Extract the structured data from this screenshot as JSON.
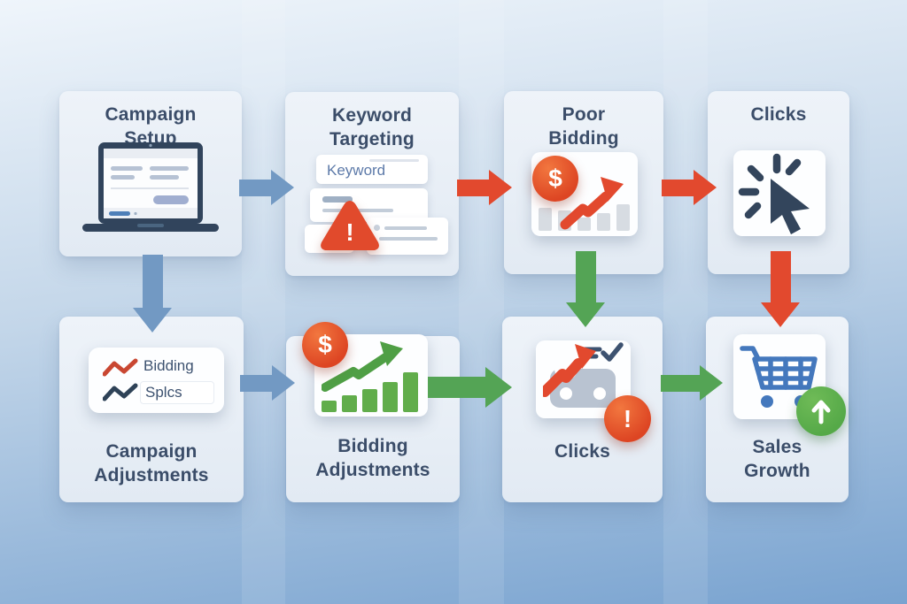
{
  "colors": {
    "background_top": "#eff5fb",
    "background_mid": "#c3d6e9",
    "background_bottom": "#79a3d0",
    "box_fill": "#eef3f9",
    "box_fill_dark": "#e2eaf3",
    "card_fill": "#fdfeff",
    "title_text": "#3b4d69",
    "muted_line": "#c3cdd9",
    "muted_line_bold": "#9fb0c4",
    "blue_arrow": "#7299c3",
    "red_arrow": "#e2492e",
    "green_arrow": "#54a455",
    "navy_icon": "#31445c",
    "gray_bar": "#d7dce2",
    "green_bar": "#61ad4b",
    "green_badge": "#55a948",
    "cart_blue": "#4478bd",
    "keyword_text": "#5d7aa9",
    "label_text": "#3d5270",
    "red_zigzag": "#c94732",
    "navy_zigzag": "#2e4257"
  },
  "nodes": {
    "campaign_setup": {
      "line1": "Campaign",
      "line2": "Setup"
    },
    "keyword_targeting": {
      "line1": "Keyword",
      "line2": "Targeting",
      "input_text": "Keyword",
      "warning_mark": "!"
    },
    "poor_bidding": {
      "line1": "Poor",
      "line2": "Bidding",
      "dollar_sign": "$"
    },
    "clicks_top": {
      "title": "Clicks"
    },
    "campaign_adjustments": {
      "line1": "Campaign",
      "line2": "Adjustments",
      "row1_label": "Bidding",
      "row2_label": "Splcs"
    },
    "bidding_adjustments": {
      "line1": "Bidding",
      "line2": "Adjustments",
      "dollar_sign": "$"
    },
    "clicks_bottom": {
      "title": "Clicks",
      "alert_mark": "!"
    },
    "sales_growth": {
      "line1": "Sales",
      "line2": "Growth"
    }
  },
  "flow": [
    {
      "from": "campaign-setup",
      "to": "keyword-targeting",
      "color": "blue"
    },
    {
      "from": "keyword-targeting",
      "to": "poor-bidding",
      "color": "red"
    },
    {
      "from": "poor-bidding",
      "to": "clicks-top",
      "color": "red"
    },
    {
      "from": "campaign-setup",
      "to": "campaign-adjustments",
      "color": "blue"
    },
    {
      "from": "poor-bidding",
      "to": "clicks-bottom",
      "color": "green"
    },
    {
      "from": "clicks-top",
      "to": "sales-growth",
      "color": "red"
    },
    {
      "from": "campaign-adjustments",
      "to": "bidding-adjustments",
      "color": "blue"
    },
    {
      "from": "bidding-adjustments",
      "to": "clicks-bottom",
      "color": "green"
    },
    {
      "from": "clicks-bottom",
      "to": "sales-growth",
      "color": "green"
    }
  ]
}
